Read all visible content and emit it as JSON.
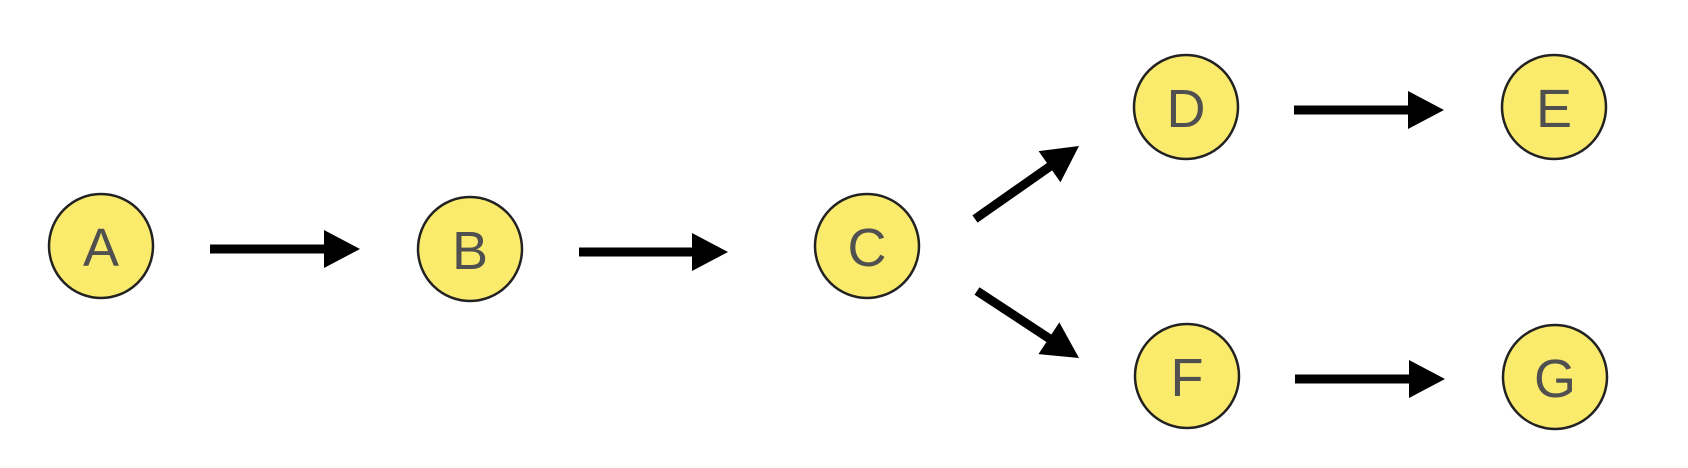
{
  "colors": {
    "node_fill": "#fbeb6c",
    "node_stroke": "#222222",
    "label_color": "#505050",
    "edge_color": "#000000"
  },
  "nodes": [
    {
      "id": "a",
      "label": "A"
    },
    {
      "id": "b",
      "label": "B"
    },
    {
      "id": "c",
      "label": "C"
    },
    {
      "id": "d",
      "label": "D"
    },
    {
      "id": "e",
      "label": "E"
    },
    {
      "id": "f",
      "label": "F"
    },
    {
      "id": "g",
      "label": "G"
    }
  ],
  "edges": [
    {
      "from": "a",
      "to": "b"
    },
    {
      "from": "b",
      "to": "c"
    },
    {
      "from": "c",
      "to": "d"
    },
    {
      "from": "c",
      "to": "f"
    },
    {
      "from": "d",
      "to": "e"
    },
    {
      "from": "f",
      "to": "g"
    }
  ]
}
